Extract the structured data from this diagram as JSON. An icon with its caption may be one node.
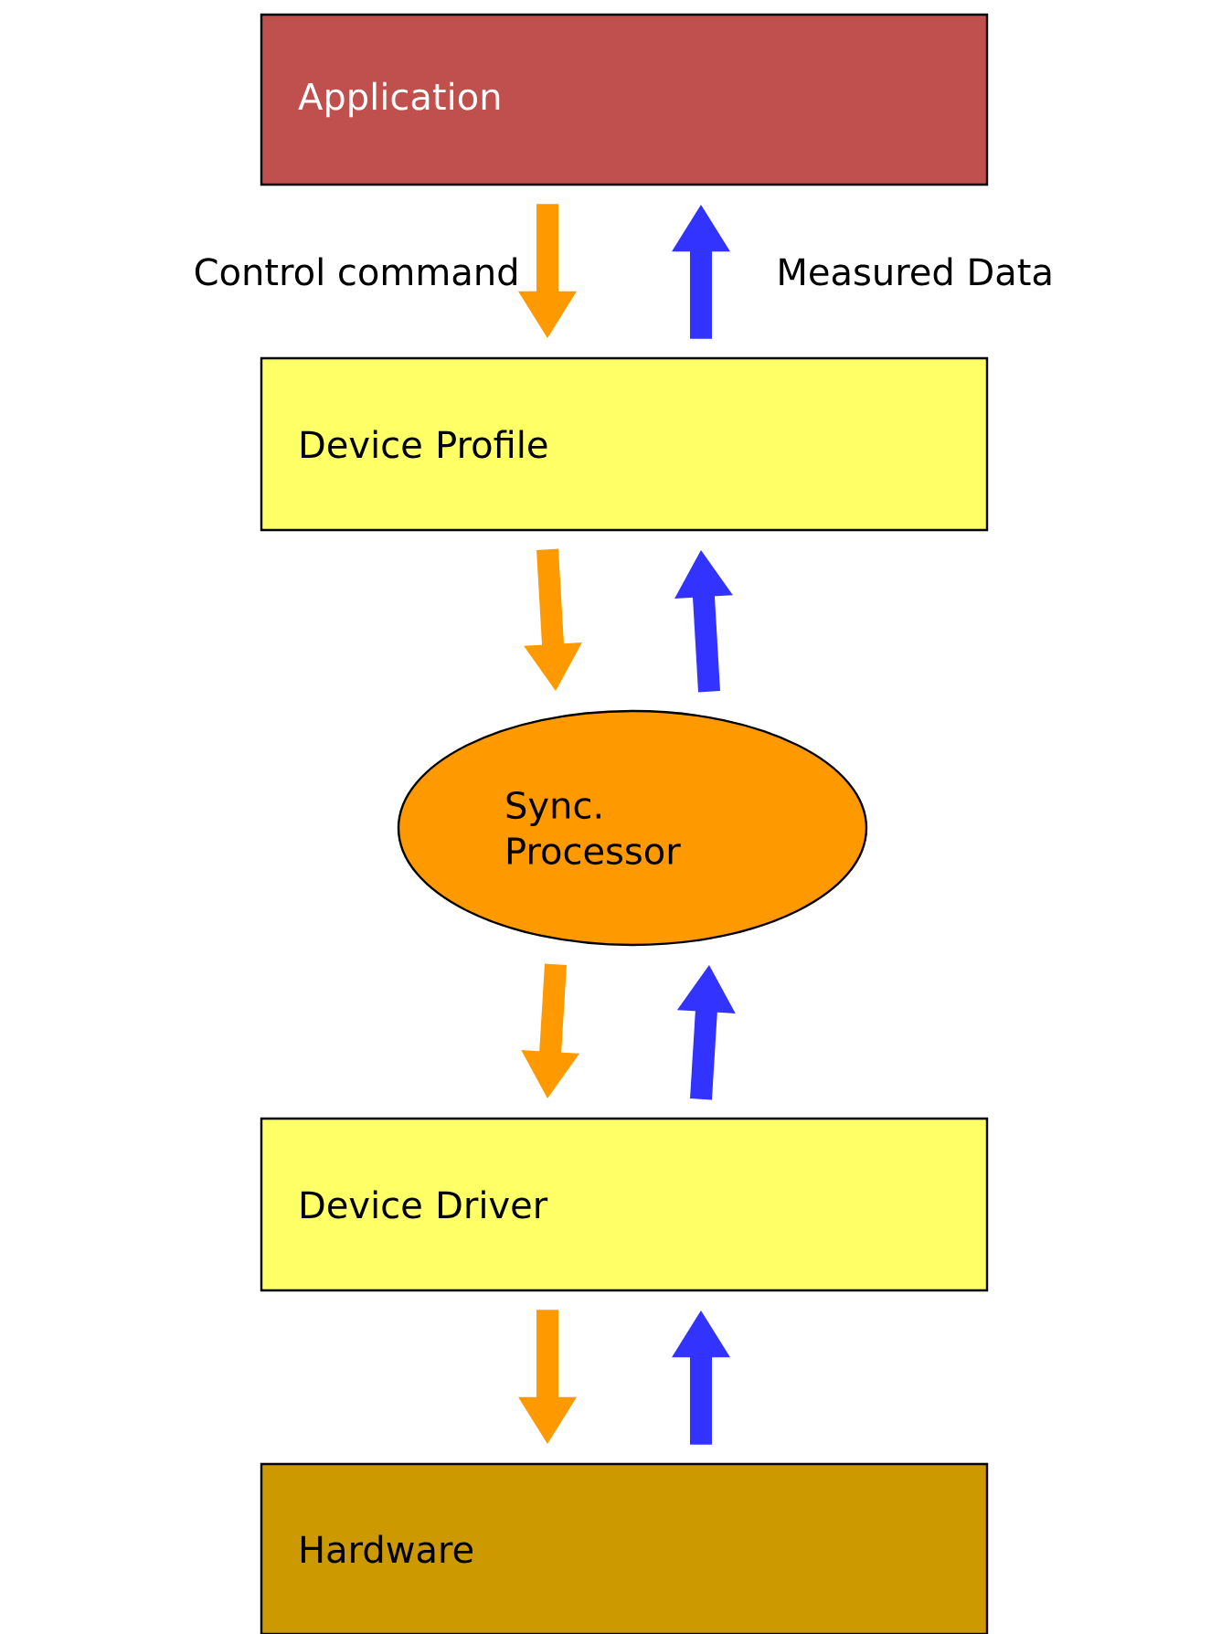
{
  "diagram": {
    "nodes": [
      {
        "text": [
          "Application"
        ]
      },
      {
        "text": [
          "Device Profile"
        ]
      },
      {
        "text": [
          "Sync. Processor"
        ]
      },
      {
        "text": [
          "Device Driver"
        ]
      },
      {
        "text": [
          "Hardware"
        ]
      }
    ],
    "edges": [
      {
        "from": 0,
        "to": 1,
        "arrow": "to",
        "label": "Control command",
        "color": "#ff9900"
      },
      {
        "from": 1,
        "to": 0,
        "arrow": "to",
        "label": "Measured Data",
        "color": "#3333ff"
      },
      {
        "from": 1,
        "to": 2,
        "arrow": "to",
        "color": "#ff9900"
      },
      {
        "from": 2,
        "to": 1,
        "arrow": "to",
        "color": "#3333ff"
      },
      {
        "from": 2,
        "to": 3,
        "arrow": "to",
        "color": "#ff9900"
      },
      {
        "from": 3,
        "to": 2,
        "arrow": "to",
        "color": "#3333ff"
      },
      {
        "from": 3,
        "to": 4,
        "arrow": "to",
        "color": "#ff9900"
      },
      {
        "from": 4,
        "to": 3,
        "arrow": "to",
        "color": "#3333ff"
      }
    ]
  }
}
